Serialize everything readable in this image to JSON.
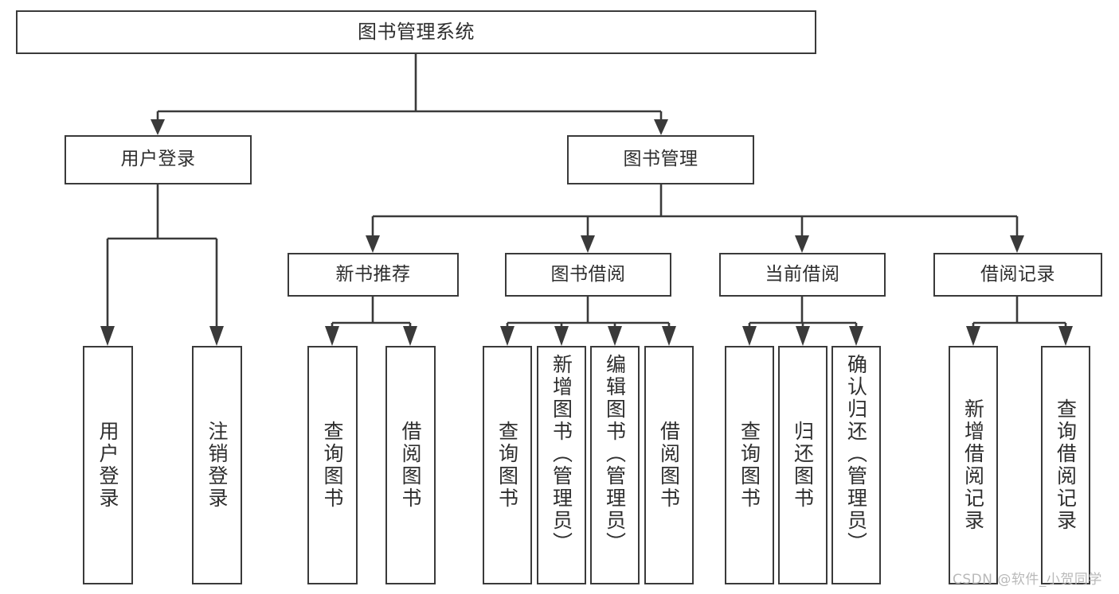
{
  "diagram": {
    "title_node": {
      "label": "图书管理系统"
    },
    "level2": [
      {
        "id": "user-login",
        "label": "用户登录"
      },
      {
        "id": "book-manage",
        "label": "图书管理"
      }
    ],
    "level3": [
      {
        "id": "new-book-recommend",
        "label": "新书推荐"
      },
      {
        "id": "book-borrow",
        "label": "图书借阅"
      },
      {
        "id": "current-borrow",
        "label": "当前借阅"
      },
      {
        "id": "borrow-record",
        "label": "借阅记录"
      }
    ],
    "leaves": [
      {
        "id": "leaf-user-login",
        "label": "用户登录",
        "parent": "user-login"
      },
      {
        "id": "leaf-logout",
        "label": "注销登录",
        "parent": "user-login"
      },
      {
        "id": "leaf-query-book-1",
        "label": "查询图书",
        "parent": "new-book-recommend"
      },
      {
        "id": "leaf-borrow-book-1",
        "label": "借阅图书",
        "parent": "new-book-recommend"
      },
      {
        "id": "leaf-query-book-2",
        "label": "查询图书",
        "parent": "book-borrow"
      },
      {
        "id": "leaf-add-book",
        "label": "新增图书（管理员）",
        "parent": "book-borrow"
      },
      {
        "id": "leaf-edit-book",
        "label": "编辑图书（管理员）",
        "parent": "book-borrow"
      },
      {
        "id": "leaf-borrow-book-2",
        "label": "借阅图书",
        "parent": "book-borrow"
      },
      {
        "id": "leaf-query-book-3",
        "label": "查询图书",
        "parent": "current-borrow"
      },
      {
        "id": "leaf-return-book",
        "label": "归还图书",
        "parent": "current-borrow"
      },
      {
        "id": "leaf-confirm-return",
        "label": "确认归还（管理员）",
        "parent": "current-borrow"
      },
      {
        "id": "leaf-add-record",
        "label": "新增借阅记录",
        "parent": "borrow-record"
      },
      {
        "id": "leaf-query-record",
        "label": "查询借阅记录",
        "parent": "borrow-record"
      }
    ],
    "watermark": "CSDN @软件_小贺同学",
    "colors": {
      "stroke": "#3a3a3a",
      "text": "#2e2e2e",
      "background": "#ffffff",
      "watermark": "#b9b9b9"
    }
  }
}
